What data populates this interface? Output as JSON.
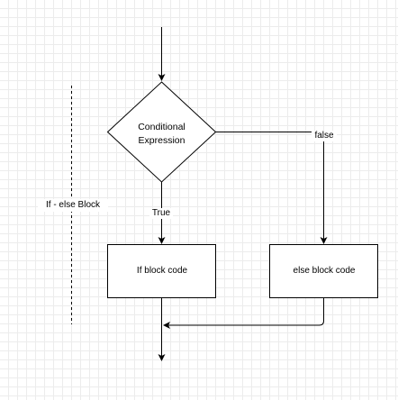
{
  "diagram": {
    "block_label": "If - else  Block",
    "condition": {
      "line1": "Conditional",
      "line2": "Expression"
    },
    "true_label": "True",
    "false_label": "false",
    "if_block": "If block code",
    "else_block": "else block code"
  }
}
